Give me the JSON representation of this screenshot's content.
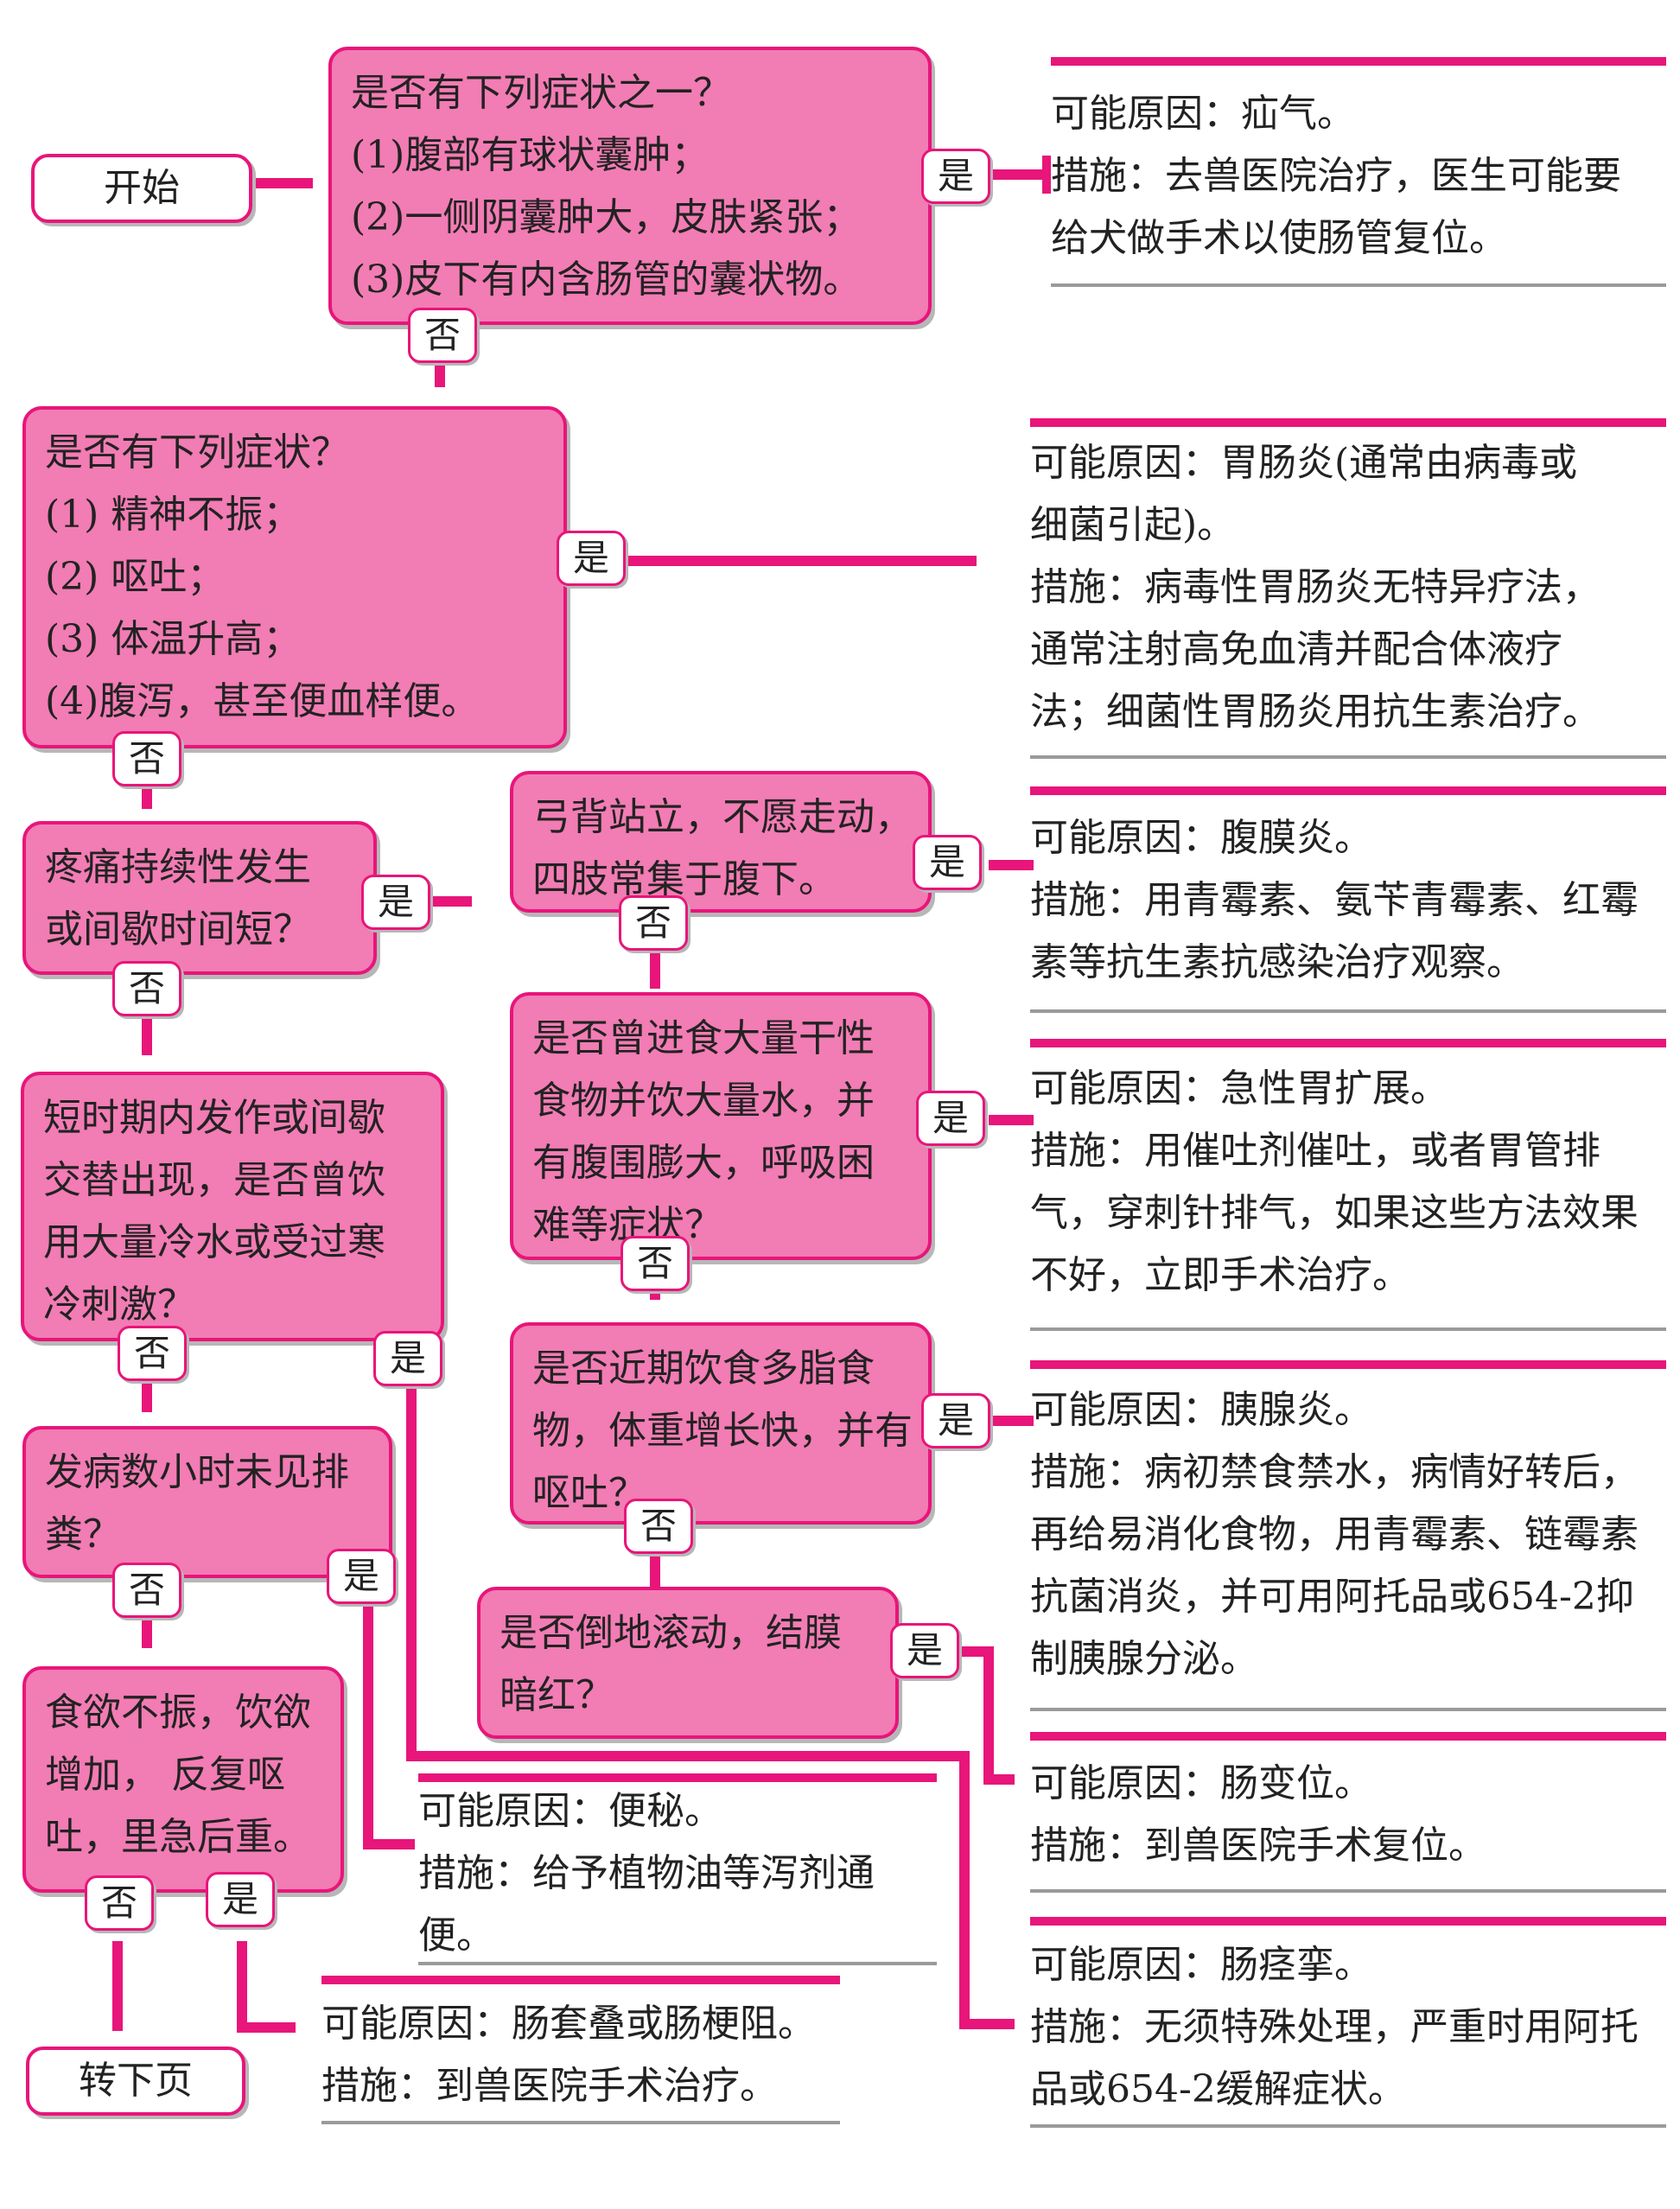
{
  "colors": {
    "accent": "#e8157a",
    "box_fill": "#f27cb4",
    "divider": "#9a9a9a"
  },
  "start": {
    "label": "开始"
  },
  "next_page": {
    "label": "转下页"
  },
  "tags": {
    "yes": "是",
    "no": "否"
  },
  "questions": {
    "q1": [
      "是否有下列症状之一？",
      "(1)腹部有球状囊肿；",
      "(2)一侧阴囊肿大，皮肤紧张；",
      "(3)皮下有内含肠管的囊状物。"
    ],
    "q2": [
      "是否有下列症状？",
      "(1) 精神不振；",
      "(2) 呕吐；",
      "(3) 体温升高；",
      "(4)腹泻，甚至便血样便。"
    ],
    "q3": [
      "疼痛持续性发生",
      "或间歇时间短？"
    ],
    "q4": [
      "短时期内发作或间歇",
      "交替出现，是否曾饮",
      "用大量冷水或受过寒",
      "冷刺激？"
    ],
    "q5": [
      "发病数小时未见排",
      "粪？"
    ],
    "q6": [
      "食欲不振，饮欲",
      "增加， 反复呕",
      "吐，里急后重。"
    ],
    "q7": [
      "弓背站立，不愿走动，",
      "四肢常集于腹下。"
    ],
    "q8": [
      "是否曾进食大量干性",
      "食物并饮大量水，并",
      "有腹围膨大，呼吸困",
      "难等症状？"
    ],
    "q9": [
      "是否近期饮食多脂食",
      "物，体重增长快，并有",
      "呕吐？"
    ],
    "q10": [
      "是否倒地滚动，结膜",
      "暗红？"
    ]
  },
  "results": {
    "r1": [
      "可能原因：疝气。",
      "措施：去兽医院治疗，医生可能要",
      "给犬做手术以使肠管复位。"
    ],
    "r2": [
      "可能原因：胃肠炎(通常由病毒或",
      "细菌引起)。",
      "措施：病毒性胃肠炎无特异疗法，",
      "通常注射高免血清并配合体液疗",
      "法；细菌性胃肠炎用抗生素治疗。"
    ],
    "r3": [
      "可能原因：腹膜炎。",
      "措施：用青霉素、氨苄青霉素、红霉",
      "素等抗生素抗感染治疗观察。"
    ],
    "r4": [
      "可能原因：急性胃扩展。",
      "措施：用催吐剂催吐，或者胃管排",
      "气，穿刺针排气，如果这些方法效果",
      "不好，立即手术治疗。"
    ],
    "r5": [
      "可能原因：胰腺炎。",
      "措施：病初禁食禁水，病情好转后，",
      "再给易消化食物，用青霉素、链霉素",
      "抗菌消炎，并可用阿托品或654-2抑",
      "制胰腺分泌。"
    ],
    "r6": [
      "可能原因：肠变位。",
      "措施：到兽医院手术复位。"
    ],
    "r7": [
      "可能原因：肠痉挛。",
      "措施：无须特殊处理，严重时用阿托",
      "品或654-2缓解症状。"
    ],
    "r8": [
      "可能原因：便秘。",
      "措施：给予植物油等泻剂通",
      "便。"
    ],
    "r9": [
      "可能原因：肠套叠或肠梗阻。",
      "措施：到兽医院手术治疗。"
    ]
  }
}
